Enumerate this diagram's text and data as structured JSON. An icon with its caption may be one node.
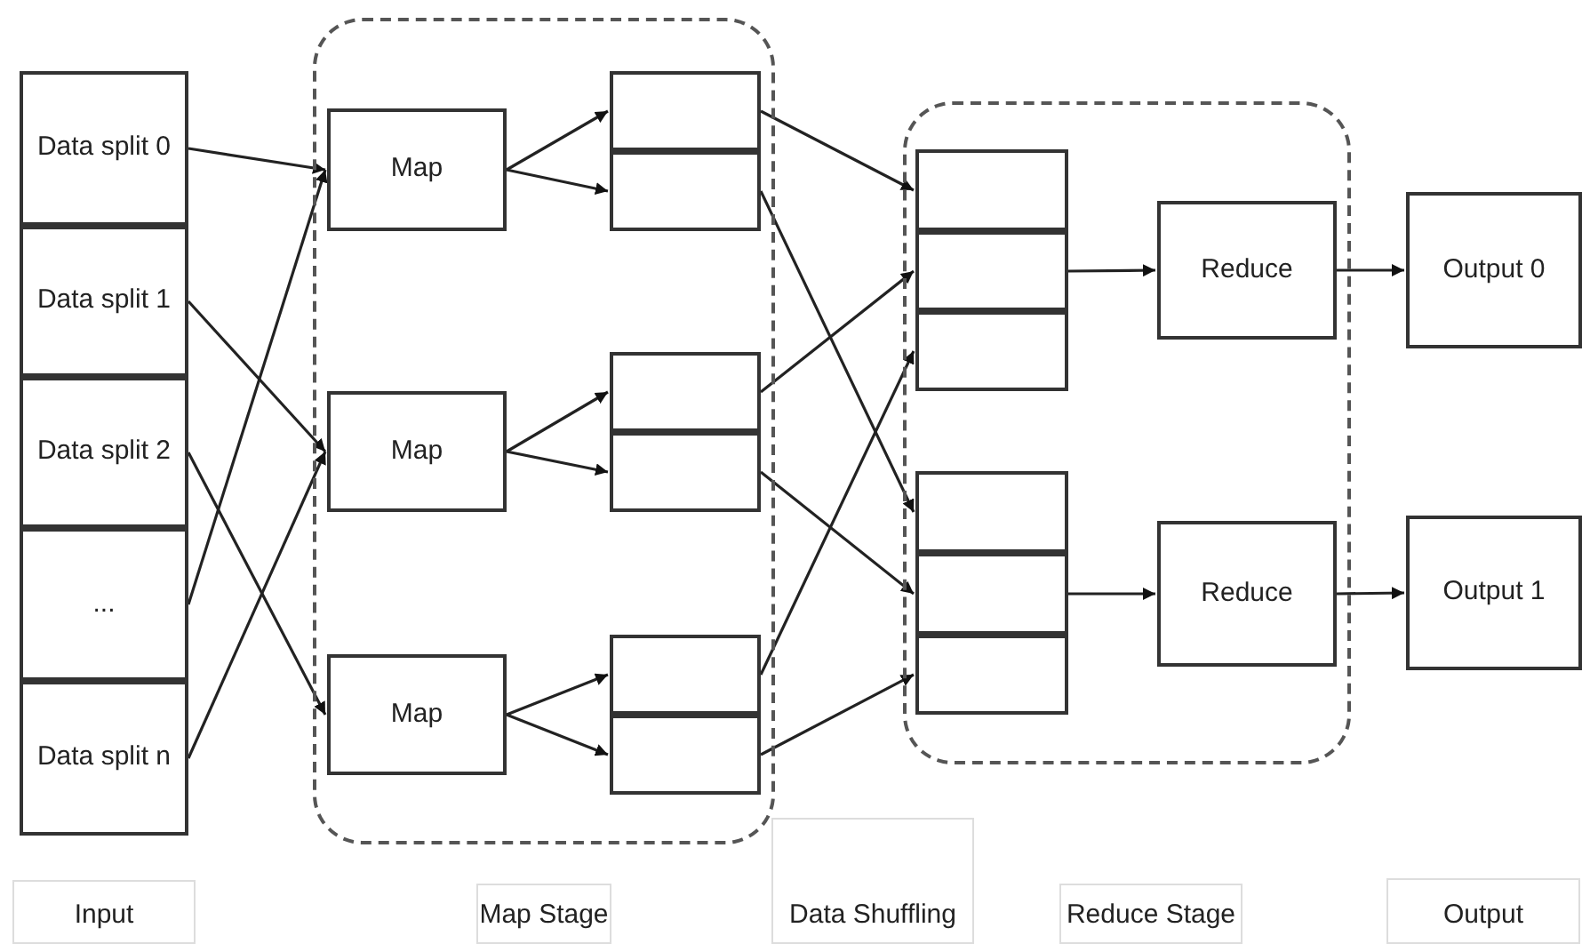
{
  "diagram": {
    "nodes": [
      {
        "text": [
          "Data split 0"
        ]
      },
      {
        "text": [
          "Data split 1"
        ]
      },
      {
        "text": [
          "Data split 2"
        ]
      },
      {
        "text": [
          "..."
        ]
      },
      {
        "text": [
          "Data split n"
        ]
      },
      {
        "text": [],
        "shape": "box"
      },
      {
        "text": [
          "Map"
        ],
        "in": 5
      },
      {
        "text": [],
        "shape": "box",
        "in": 5
      },
      {
        "text": [],
        "shape": "box",
        "in": 5
      },
      {
        "text": [
          "Map"
        ],
        "in": 5
      },
      {
        "text": [],
        "shape": "box",
        "in": 5
      },
      {
        "text": [],
        "shape": "box",
        "in": 5
      },
      {
        "text": [
          "Map"
        ],
        "in": 5
      },
      {
        "text": [],
        "shape": "box",
        "in": 5
      },
      {
        "text": [],
        "shape": "box",
        "in": 5
      },
      {
        "text": [],
        "shape": "box"
      },
      {
        "text": [],
        "shape": "box",
        "in": 15
      },
      {
        "text": [],
        "shape": "box",
        "in": 15
      },
      {
        "text": [],
        "shape": "box",
        "in": 15
      },
      {
        "text": [
          "Reduce"
        ],
        "in": 15
      },
      {
        "text": [],
        "shape": "box",
        "in": 15
      },
      {
        "text": [],
        "shape": "box",
        "in": 15
      },
      {
        "text": [],
        "shape": "box",
        "in": 15
      },
      {
        "text": [
          "Reduce"
        ],
        "in": 15
      },
      {
        "text": [
          "Output 0"
        ]
      },
      {
        "text": [
          "Output 1"
        ]
      }
    ],
    "edges": [
      {
        "from": 0,
        "to": 6,
        "arrow": "to"
      },
      {
        "from": 1,
        "to": 9,
        "arrow": "to"
      },
      {
        "from": 2,
        "to": 12,
        "arrow": "to"
      },
      {
        "from": 3,
        "to": 6,
        "arrow": "to"
      },
      {
        "from": 4,
        "to": 9,
        "arrow": "to"
      },
      {
        "from": 6,
        "to": 7,
        "arrow": "to"
      },
      {
        "from": 6,
        "to": 8,
        "arrow": "to"
      },
      {
        "from": 9,
        "to": 10,
        "arrow": "to"
      },
      {
        "from": 9,
        "to": 11,
        "arrow": "to"
      },
      {
        "from": 12,
        "to": 13,
        "arrow": "to"
      },
      {
        "from": 12,
        "to": 14,
        "arrow": "to"
      },
      {
        "from": 7,
        "to": 16,
        "arrow": "to"
      },
      {
        "from": 8,
        "to": 20,
        "arrow": "to"
      },
      {
        "from": 10,
        "to": 17,
        "arrow": "to"
      },
      {
        "from": 11,
        "to": 21,
        "arrow": "to"
      },
      {
        "from": 13,
        "to": 18,
        "arrow": "to"
      },
      {
        "from": 14,
        "to": 22,
        "arrow": "to"
      },
      {
        "from": 17,
        "to": 19,
        "arrow": "to"
      },
      {
        "from": 21,
        "to": 23,
        "arrow": "to"
      },
      {
        "from": 19,
        "to": 24,
        "arrow": "to"
      },
      {
        "from": 23,
        "to": 25,
        "arrow": "to"
      }
    ],
    "labels": [
      "Input",
      "Map Stage",
      "Data Shuffling",
      "Reduce Stage",
      "Output"
    ]
  }
}
